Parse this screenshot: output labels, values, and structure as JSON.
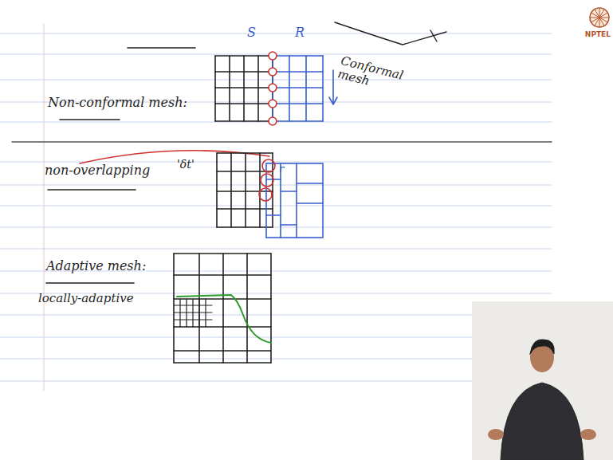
{
  "diagram": {
    "labels": [
      "Non-conformal mesh:",
      "S",
      "R",
      "Conformal mesh",
      "non-overlapping",
      "'δt'",
      "r",
      "Adaptive mesh:",
      "locally-adaptive",
      "NPTEL"
    ]
  }
}
